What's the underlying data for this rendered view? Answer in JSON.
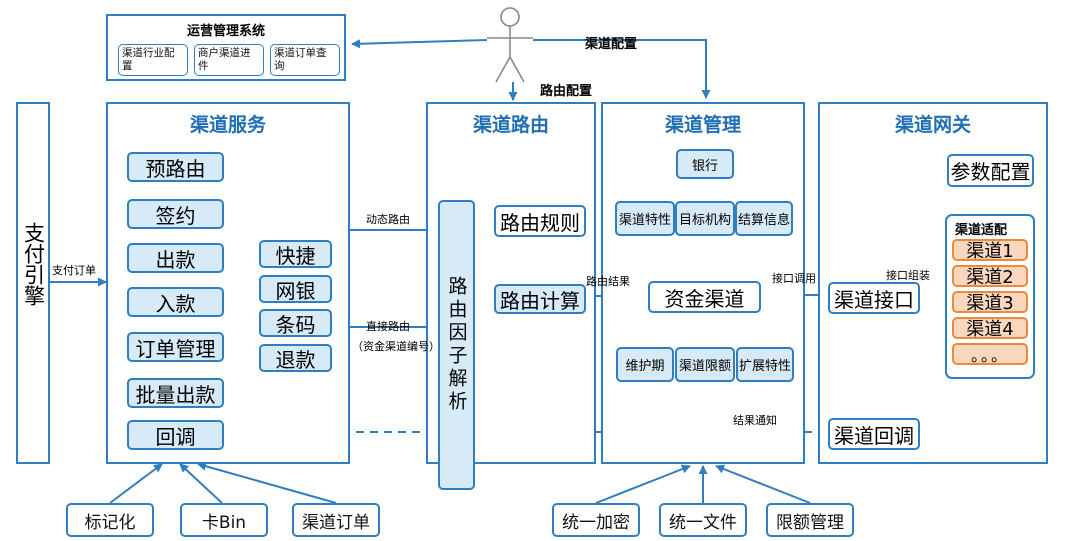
{
  "ops": {
    "title": "运营管理系统",
    "items": [
      "渠道行业配置",
      "商户渠道进件",
      "渠道订单查询"
    ]
  },
  "engine": {
    "label": "支付引擎"
  },
  "service": {
    "title": "渠道服务",
    "items": [
      "预路由",
      "签约",
      "出款",
      "入款",
      "订单管理",
      "批量出款",
      "回调"
    ],
    "sub": [
      "快捷",
      "网银",
      "条码",
      "退款"
    ]
  },
  "routing": {
    "title": "渠道路由",
    "factor": "路由因子解析",
    "rule": "路由规则",
    "calc": "路由计算"
  },
  "mgmt": {
    "title": "渠道管理",
    "bank": "银行",
    "top": [
      "渠道特性",
      "目标机构",
      "结算信息"
    ],
    "center": "资金渠道",
    "bottom": [
      "维护期",
      "渠道限额",
      "扩展特性"
    ]
  },
  "gateway": {
    "title": "渠道网关",
    "param": "参数配置",
    "adapt_title": "渠道适配",
    "channels": [
      "渠道1",
      "渠道2",
      "渠道3",
      "渠道4",
      "。。。"
    ],
    "iface": "渠道接口",
    "callback": "渠道回调"
  },
  "labels": {
    "pay_order": "支付订单",
    "dyn_route": "动态路由",
    "direct_route": "直接路由",
    "direct_route_sub": "（资金渠道编号）",
    "route_result": "路由结果",
    "iface_call": "接口调用",
    "iface_assemble": "接口组装",
    "result_notify": "结果通知",
    "channel_config": "渠道配置",
    "route_config": "路由配置"
  },
  "bottom": {
    "left": [
      "标记化",
      "卡Bin",
      "渠道订单"
    ],
    "right": [
      "统一加密",
      "统一文件",
      "限额管理"
    ]
  }
}
